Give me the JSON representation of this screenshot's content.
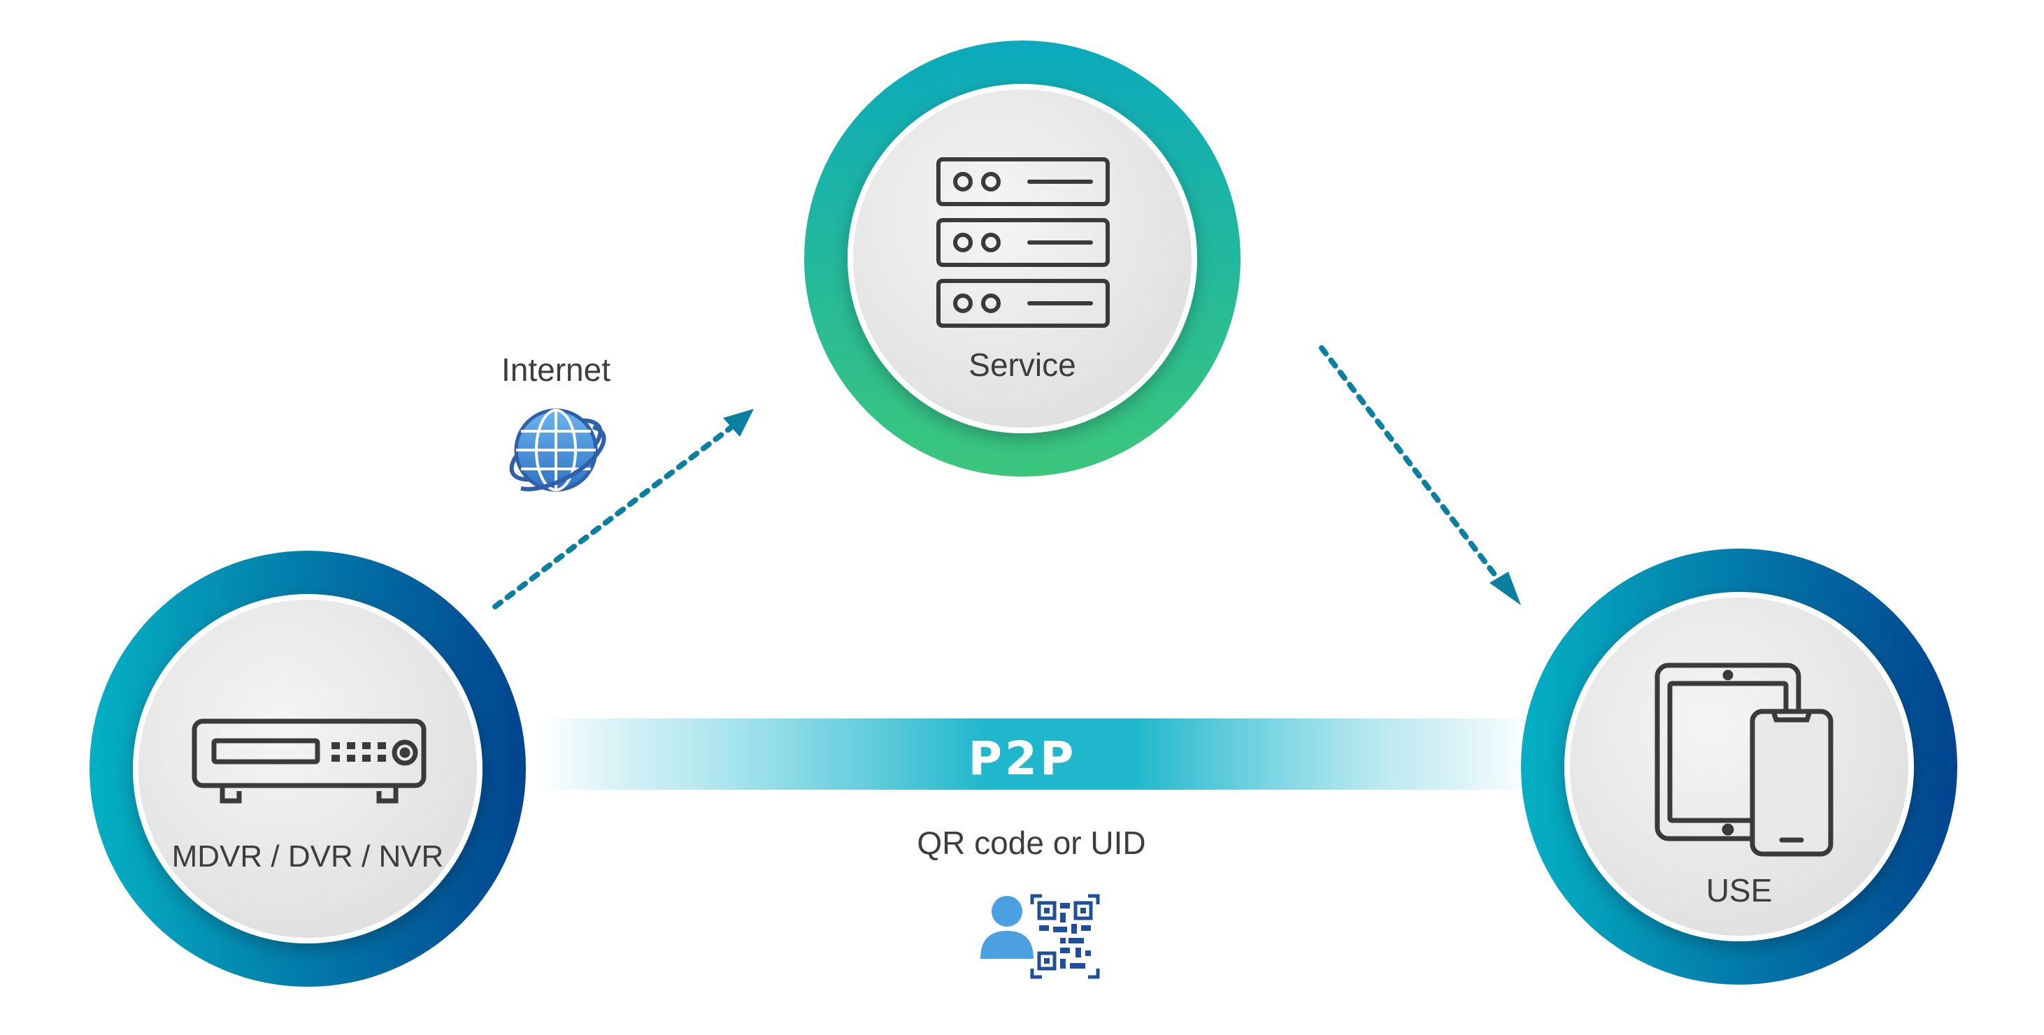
{
  "nodes": {
    "service": {
      "label": "Service",
      "icon": "server-rack-icon"
    },
    "recorder": {
      "label": "MDVR / DVR / NVR",
      "icon": "dvr-recorder-icon"
    },
    "user": {
      "label": "USE",
      "icon": "tablet-phone-icon"
    }
  },
  "links": {
    "internet": {
      "label": "Internet",
      "icon": "globe-icon"
    },
    "p2p": {
      "label": "P2P"
    },
    "access": {
      "label": "QR code or UID",
      "icon": "user-qr-code-icon"
    }
  },
  "colors": {
    "teal": "#0aa8bf",
    "green": "#36c27f",
    "navy": "#01448f",
    "arrow": "#0a7fa0",
    "icon_stroke": "#3a3a3a",
    "globe": "#4a90d6",
    "qr": "#1f4f9a",
    "text": "#3d3d3d"
  }
}
